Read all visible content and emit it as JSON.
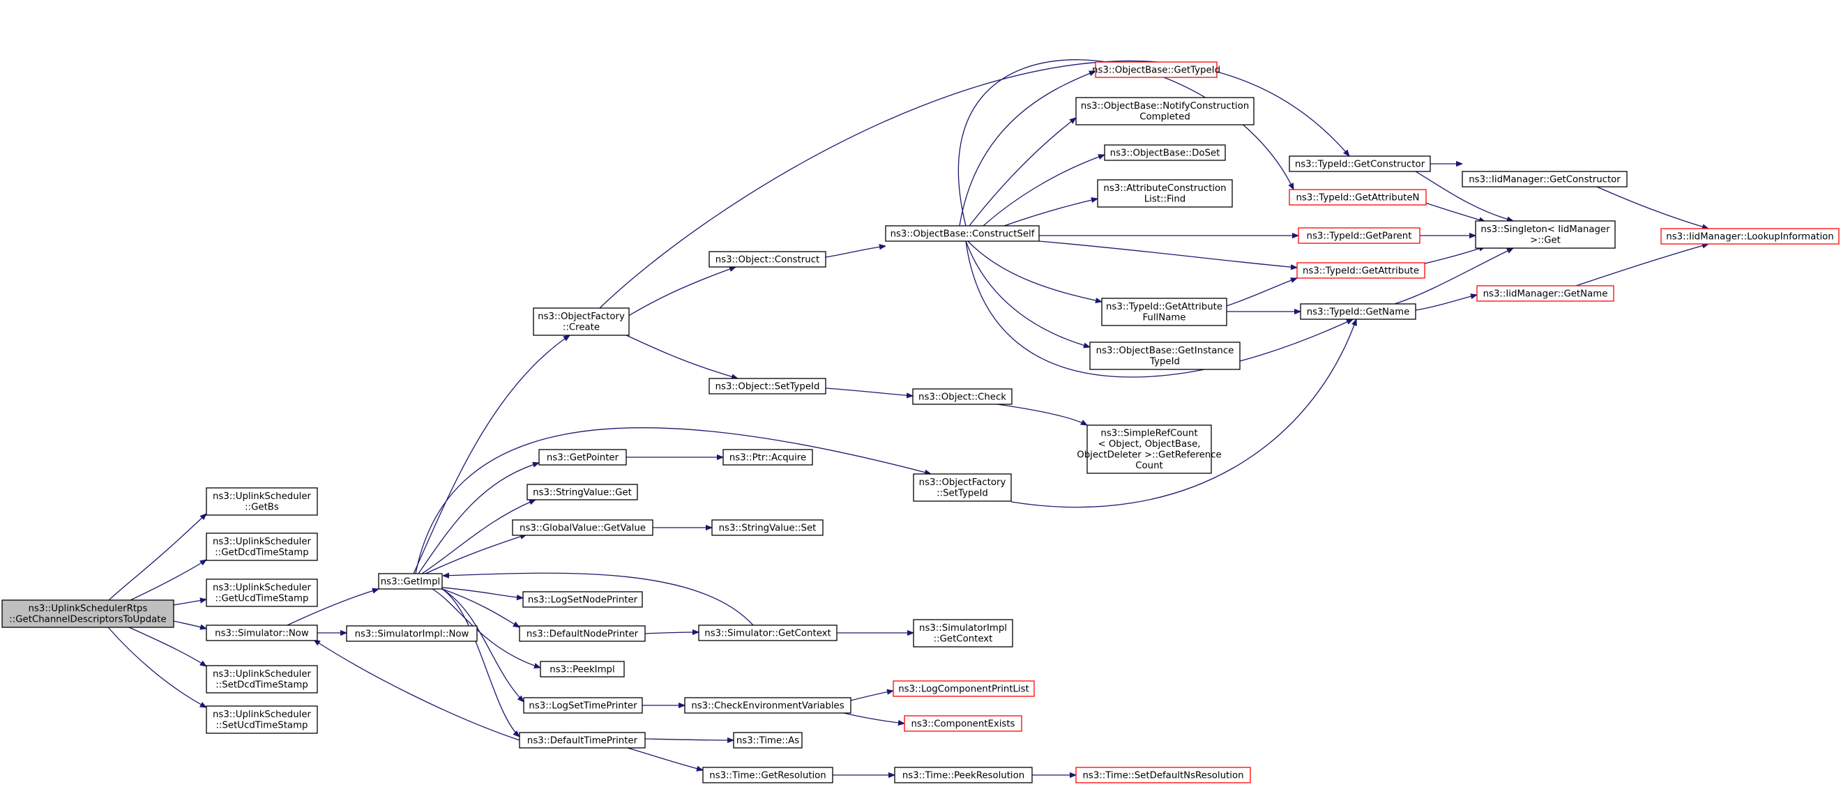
{
  "colors": {
    "edge": "#191970",
    "link_border": "#000000",
    "undocumented_border": "#ff0000",
    "focus_fill": "#bfbfbf"
  },
  "nodes": [
    {
      "id": "root",
      "lines": [
        "ns3::UplinkSchedulerRtps",
        "::GetChannelDescriptorsToUpdate"
      ],
      "style": "focus"
    },
    {
      "id": "getbs",
      "lines": [
        "ns3::UplinkScheduler",
        "::GetBs"
      ],
      "style": "normal"
    },
    {
      "id": "getdcd",
      "lines": [
        "ns3::UplinkScheduler",
        "::GetDcdTimeStamp"
      ],
      "style": "normal"
    },
    {
      "id": "getucd",
      "lines": [
        "ns3::UplinkScheduler",
        "::GetUcdTimeStamp"
      ],
      "style": "normal"
    },
    {
      "id": "simnow",
      "lines": [
        "ns3::Simulator::Now"
      ],
      "style": "normal"
    },
    {
      "id": "setdcd",
      "lines": [
        "ns3::UplinkScheduler",
        "::SetDcdTimeStamp"
      ],
      "style": "normal"
    },
    {
      "id": "setucd",
      "lines": [
        "ns3::UplinkScheduler",
        "::SetUcdTimeStamp"
      ],
      "style": "normal"
    },
    {
      "id": "getimpl",
      "lines": [
        "ns3::GetImpl"
      ],
      "style": "normal"
    },
    {
      "id": "simimplnow",
      "lines": [
        "ns3::SimulatorImpl::Now"
      ],
      "style": "normal"
    },
    {
      "id": "objfactcreate",
      "lines": [
        "ns3::ObjectFactory",
        "::Create"
      ],
      "style": "normal"
    },
    {
      "id": "getpointer",
      "lines": [
        "ns3::GetPointer"
      ],
      "style": "normal"
    },
    {
      "id": "strvalget",
      "lines": [
        "ns3::StringValue::Get"
      ],
      "style": "normal"
    },
    {
      "id": "gvgetvalue",
      "lines": [
        "ns3::GlobalValue::GetValue"
      ],
      "style": "normal"
    },
    {
      "id": "logsetnode",
      "lines": [
        "ns3::LogSetNodePrinter"
      ],
      "style": "normal"
    },
    {
      "id": "defnodeprinter",
      "lines": [
        "ns3::DefaultNodePrinter"
      ],
      "style": "normal"
    },
    {
      "id": "peekimpl",
      "lines": [
        "ns3::PeekImpl"
      ],
      "style": "normal"
    },
    {
      "id": "logsettime",
      "lines": [
        "ns3::LogSetTimePrinter"
      ],
      "style": "normal"
    },
    {
      "id": "deftimeprinter",
      "lines": [
        "ns3::DefaultTimePrinter"
      ],
      "style": "normal"
    },
    {
      "id": "objconstruct",
      "lines": [
        "ns3::Object::Construct"
      ],
      "style": "normal"
    },
    {
      "id": "objsettypeid",
      "lines": [
        "ns3::Object::SetTypeId"
      ],
      "style": "normal"
    },
    {
      "id": "ptracquire",
      "lines": [
        "ns3::Ptr::Acquire"
      ],
      "style": "normal"
    },
    {
      "id": "strvalset",
      "lines": [
        "ns3::StringValue::Set"
      ],
      "style": "normal"
    },
    {
      "id": "simgetcontext",
      "lines": [
        "ns3::Simulator::GetContext"
      ],
      "style": "normal"
    },
    {
      "id": "checkenv",
      "lines": [
        "ns3::CheckEnvironmentVariables"
      ],
      "style": "normal"
    },
    {
      "id": "timeas",
      "lines": [
        "ns3::Time::As"
      ],
      "style": "normal"
    },
    {
      "id": "timegetres",
      "lines": [
        "ns3::Time::GetResolution"
      ],
      "style": "normal"
    },
    {
      "id": "obconstructself",
      "lines": [
        "ns3::ObjectBase::ConstructSelf"
      ],
      "style": "normal"
    },
    {
      "id": "objcheck",
      "lines": [
        "ns3::Object::Check"
      ],
      "style": "normal"
    },
    {
      "id": "objfactsettypeid",
      "lines": [
        "ns3::ObjectFactory",
        "::SetTypeId"
      ],
      "style": "normal"
    },
    {
      "id": "simimplgetcontext",
      "lines": [
        "ns3::SimulatorImpl",
        "::GetContext"
      ],
      "style": "normal"
    },
    {
      "id": "logcompprintlist",
      "lines": [
        "ns3::LogComponentPrintList"
      ],
      "style": "red"
    },
    {
      "id": "compexists",
      "lines": [
        "ns3::ComponentExists"
      ],
      "style": "red"
    },
    {
      "id": "timepeekres",
      "lines": [
        "ns3::Time::PeekResolution"
      ],
      "style": "normal"
    },
    {
      "id": "timesetdefns",
      "lines": [
        "ns3::Time::SetDefaultNsResolution"
      ],
      "style": "red"
    },
    {
      "id": "obgettypeid",
      "lines": [
        "ns3::ObjectBase::GetTypeId"
      ],
      "style": "red"
    },
    {
      "id": "obnotify",
      "lines": [
        "ns3::ObjectBase::NotifyConstruction",
        "Completed"
      ],
      "style": "normal"
    },
    {
      "id": "obdoset",
      "lines": [
        "ns3::ObjectBase::DoSet"
      ],
      "style": "normal"
    },
    {
      "id": "attrconstrfind",
      "lines": [
        "ns3::AttributeConstruction",
        "List::Find"
      ],
      "style": "normal"
    },
    {
      "id": "tidgetattrfull",
      "lines": [
        "ns3::TypeId::GetAttribute",
        "FullName"
      ],
      "style": "normal"
    },
    {
      "id": "obgetinstance",
      "lines": [
        "ns3::ObjectBase::GetInstance",
        "TypeId"
      ],
      "style": "normal"
    },
    {
      "id": "simplerefcount",
      "lines": [
        "ns3::SimpleRefCount",
        "< Object, ObjectBase,",
        "ObjectDeleter >::GetReference",
        "Count"
      ],
      "style": "normal"
    },
    {
      "id": "tidgetconstructor",
      "lines": [
        "ns3::TypeId::GetConstructor"
      ],
      "style": "normal"
    },
    {
      "id": "tidgetattrn",
      "lines": [
        "ns3::TypeId::GetAttributeN"
      ],
      "style": "red"
    },
    {
      "id": "tidgetparent",
      "lines": [
        "ns3::TypeId::GetParent"
      ],
      "style": "red"
    },
    {
      "id": "tidgetattr",
      "lines": [
        "ns3::TypeId::GetAttribute"
      ],
      "style": "red"
    },
    {
      "id": "tidgetname",
      "lines": [
        "ns3::TypeId::GetName"
      ],
      "style": "normal"
    },
    {
      "id": "iidmgrgetconstructor",
      "lines": [
        "ns3::IidManager::GetConstructor"
      ],
      "style": "normal"
    },
    {
      "id": "singletonget",
      "lines": [
        "ns3::Singleton< IidManager",
        ">::Get"
      ],
      "style": "normal"
    },
    {
      "id": "iidmgrgetname",
      "lines": [
        "ns3::IidManager::GetName"
      ],
      "style": "red"
    },
    {
      "id": "iidmgrlookup",
      "lines": [
        "ns3::IidManager::LookupInformation"
      ],
      "style": "red"
    }
  ]
}
